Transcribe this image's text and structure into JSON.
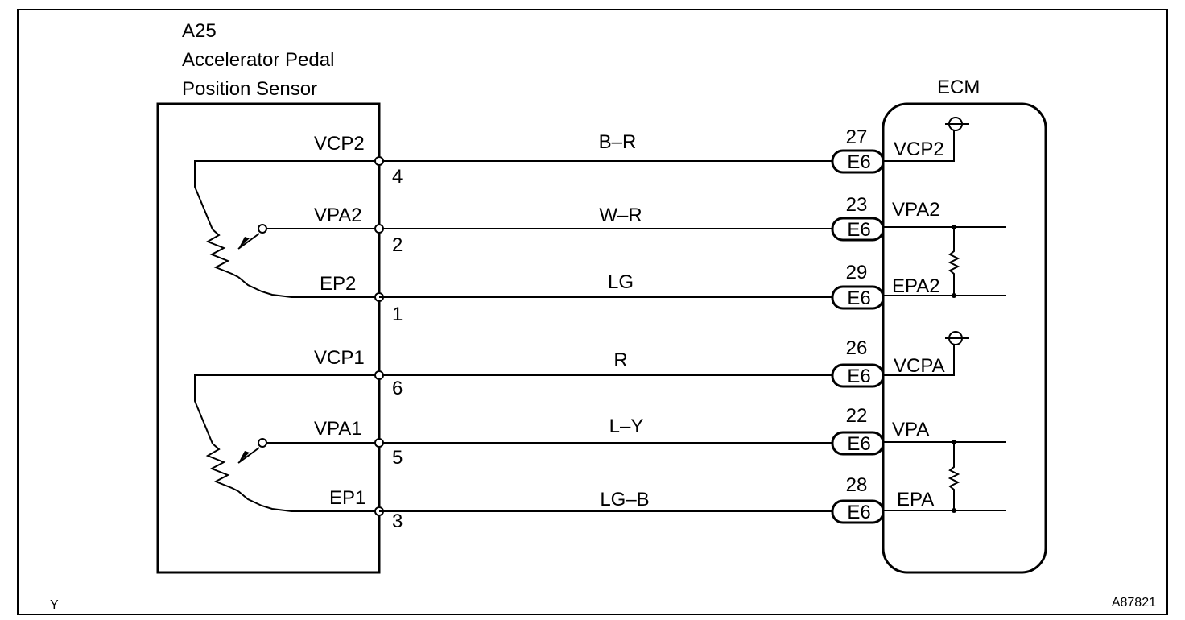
{
  "sensor": {
    "code": "A25",
    "name_line1": "Accelerator Pedal",
    "name_line2": "Position Sensor"
  },
  "ecm": {
    "label": "ECM"
  },
  "wires": [
    {
      "sensor_terminal": "VCP2",
      "pin": "4",
      "color": "B–R",
      "connector": "E6",
      "ecm_pin": "27",
      "ecm_terminal": "VCP2"
    },
    {
      "sensor_terminal": "VPA2",
      "pin": "2",
      "color": "W–R",
      "connector": "E6",
      "ecm_pin": "23",
      "ecm_terminal": "VPA2"
    },
    {
      "sensor_terminal": "EP2",
      "pin": "1",
      "color": "LG",
      "connector": "E6",
      "ecm_pin": "29",
      "ecm_terminal": "EPA2"
    },
    {
      "sensor_terminal": "VCP1",
      "pin": "6",
      "color": "R",
      "connector": "E6",
      "ecm_pin": "26",
      "ecm_terminal": "VCPA"
    },
    {
      "sensor_terminal": "VPA1",
      "pin": "5",
      "color": "L–Y",
      "connector": "E6",
      "ecm_pin": "22",
      "ecm_terminal": "VPA"
    },
    {
      "sensor_terminal": "EP1",
      "pin": "3",
      "color": "LG–B",
      "connector": "E6",
      "ecm_pin": "28",
      "ecm_terminal": "EPA"
    }
  ],
  "footer": {
    "left": "Y",
    "right": "A87821"
  }
}
